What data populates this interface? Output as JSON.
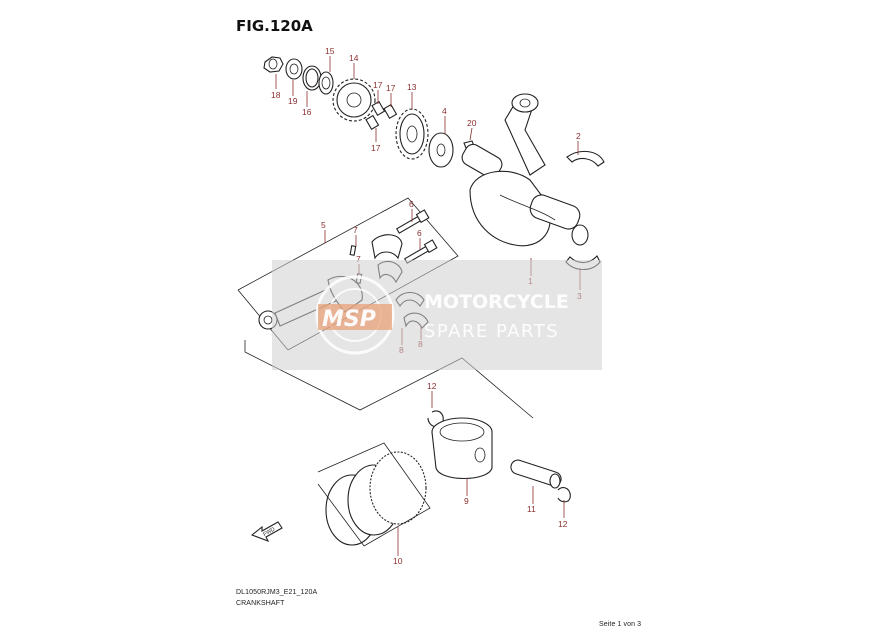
{
  "figure": {
    "title": "FIG.120A"
  },
  "footer": {
    "code": "DL1050RJM3_E21_120A",
    "name": "CRANKSHAFT",
    "page": "Seite 1 von 3"
  },
  "watermark": {
    "logo_text": "MSP",
    "line1": "MOTORCYCLE",
    "line2": "SPARE PARTS"
  },
  "fwd_arrow": {
    "label": "FWD"
  },
  "callouts": [
    "18",
    "19",
    "16",
    "15",
    "14",
    "17",
    "17",
    "17",
    "13",
    "4",
    "20",
    "2",
    "5",
    "7",
    "7",
    "6",
    "6",
    "1",
    "3",
    "8",
    "8",
    "12",
    "9",
    "11",
    "12",
    "10"
  ],
  "colors": {
    "callout": "#8b2f2f",
    "line_art": "#222222",
    "watermark_bg": "#d9d9d9"
  }
}
